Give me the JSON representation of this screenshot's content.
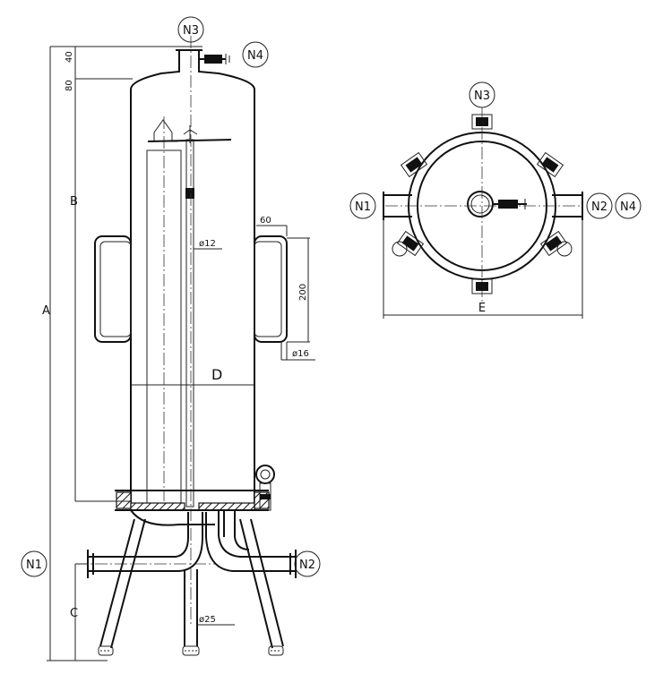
{
  "side_view": {
    "dims": {
      "A": "A",
      "B": "B",
      "C": "C",
      "D": "D",
      "d40": "40",
      "d80": "80",
      "d60": "60",
      "d200": "200",
      "phi12": "ø12",
      "phi16": "ø16",
      "phi25": "ø25"
    },
    "nozzles": {
      "n1": "N1",
      "n2": "N2",
      "n3": "N3",
      "n4": "N4"
    }
  },
  "top_view": {
    "dims": {
      "E": "E"
    },
    "nozzles": {
      "n1": "N1",
      "n2": "N2",
      "n3": "N3",
      "n4": "N4"
    }
  }
}
